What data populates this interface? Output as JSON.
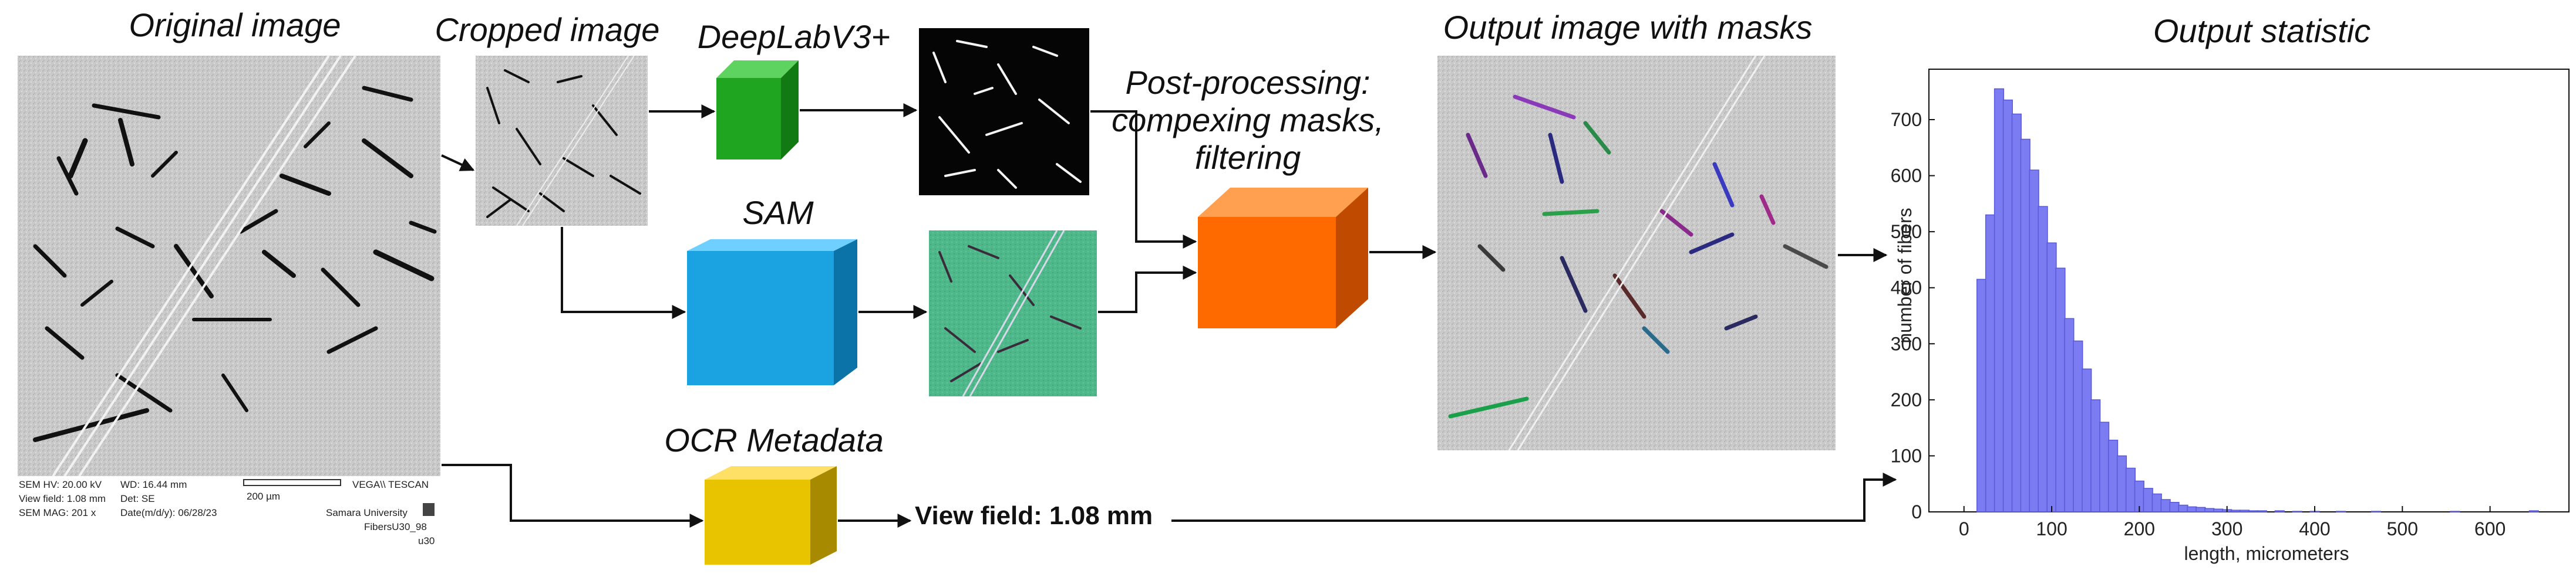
{
  "labels": {
    "original": "Original image",
    "cropped": "Cropped image",
    "deeplab": "DeepLabV3+",
    "sam": "SAM",
    "postproc_1": "Post-processing:",
    "postproc_2": "compexing masks,",
    "postproc_3": "filtering",
    "output_masks": "Output image with masks",
    "output_stat": "Output statistic",
    "ocr": "OCR Metadata",
    "viewfield": "View field: 1.08 mm"
  },
  "sem_info": {
    "hv": "SEM HV: 20.00 kV",
    "wd": "WD: 16.44 mm",
    "view": "View field: 1.08 mm",
    "det": "Det: SE",
    "mag": "SEM MAG: 201 x",
    "date": "Date(m/d/y): 06/28/23",
    "scale": "200 µm",
    "brand": "VEGA\\\\ TESCAN",
    "univ": "Samara University",
    "file": "FibersU30_98",
    "code": "u30"
  },
  "colors": {
    "deeplab_cube": "#1fa51f",
    "sam_cube": "#1aa3e0",
    "post_cube": "#ff6a00",
    "ocr_cube": "#e8c400",
    "histogram_bar": "#7b7bf2"
  },
  "chart_data": {
    "type": "bar",
    "xlabel": "length, micrometers",
    "ylabel": "number of fibers",
    "xlim": [
      -40,
      690
    ],
    "ylim": [
      0,
      790
    ],
    "xticks": [
      0,
      100,
      200,
      300,
      400,
      500,
      600
    ],
    "yticks": [
      0,
      100,
      200,
      300,
      400,
      500,
      600,
      700
    ],
    "bin_width": 10.5,
    "bins": [
      {
        "x": 20,
        "y": 415
      },
      {
        "x": 30,
        "y": 530
      },
      {
        "x": 40,
        "y": 755
      },
      {
        "x": 50,
        "y": 735
      },
      {
        "x": 60,
        "y": 710
      },
      {
        "x": 70,
        "y": 665
      },
      {
        "x": 80,
        "y": 610
      },
      {
        "x": 90,
        "y": 545
      },
      {
        "x": 100,
        "y": 480
      },
      {
        "x": 110,
        "y": 435
      },
      {
        "x": 120,
        "y": 345
      },
      {
        "x": 130,
        "y": 305
      },
      {
        "x": 140,
        "y": 255
      },
      {
        "x": 150,
        "y": 200
      },
      {
        "x": 160,
        "y": 160
      },
      {
        "x": 170,
        "y": 128
      },
      {
        "x": 180,
        "y": 100
      },
      {
        "x": 190,
        "y": 78
      },
      {
        "x": 200,
        "y": 55
      },
      {
        "x": 210,
        "y": 42
      },
      {
        "x": 220,
        "y": 32
      },
      {
        "x": 230,
        "y": 22
      },
      {
        "x": 240,
        "y": 17
      },
      {
        "x": 250,
        "y": 12
      },
      {
        "x": 260,
        "y": 9
      },
      {
        "x": 270,
        "y": 8
      },
      {
        "x": 280,
        "y": 6
      },
      {
        "x": 290,
        "y": 5
      },
      {
        "x": 300,
        "y": 4
      },
      {
        "x": 310,
        "y": 3
      },
      {
        "x": 320,
        "y": 3
      },
      {
        "x": 330,
        "y": 2
      },
      {
        "x": 340,
        "y": 2
      },
      {
        "x": 360,
        "y": 2
      },
      {
        "x": 380,
        "y": 1
      },
      {
        "x": 400,
        "y": 1
      },
      {
        "x": 430,
        "y": 1
      },
      {
        "x": 470,
        "y": 1
      },
      {
        "x": 560,
        "y": 1
      },
      {
        "x": 650,
        "y": 2
      }
    ]
  }
}
